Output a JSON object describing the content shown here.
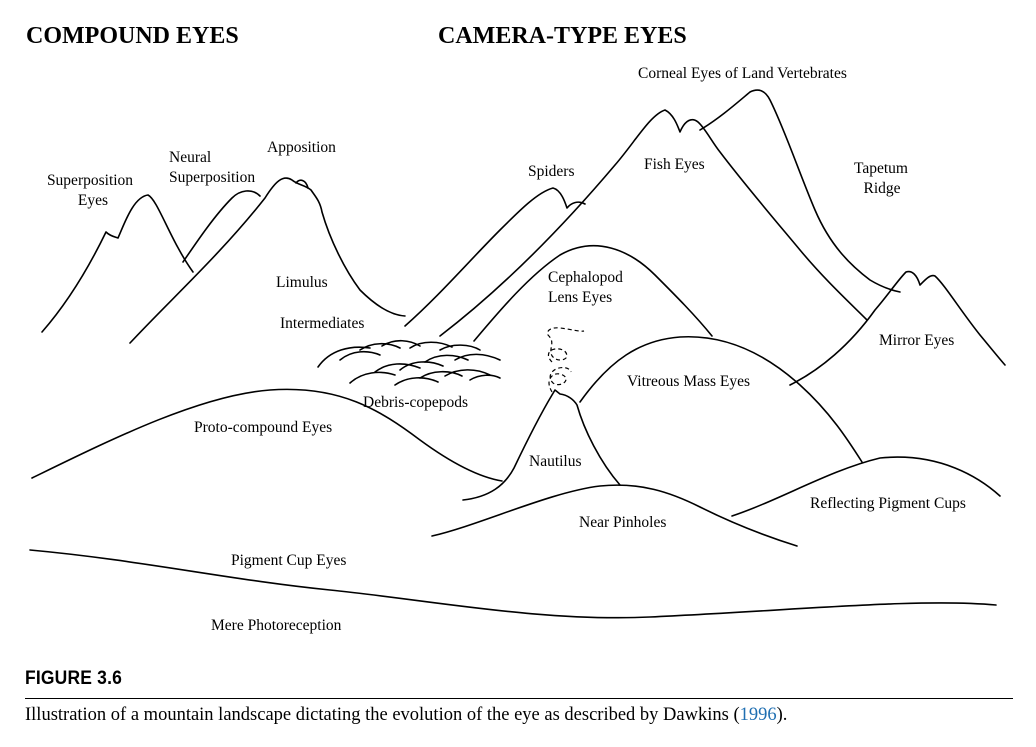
{
  "headings": {
    "compound": "COMPOUND EYES",
    "camera": "CAMERA-TYPE EYES"
  },
  "labels": {
    "superposition_line1": "Superposition",
    "superposition_line2": "Eyes",
    "neural_line1": "Neural",
    "neural_line2": "Superposition",
    "apposition": "Apposition",
    "limulus": "Limulus",
    "intermediates": "Intermediates",
    "debris_copepods": "Debris-copepods",
    "proto_compound": "Proto-compound Eyes",
    "spiders": "Spiders",
    "fish_eyes": "Fish Eyes",
    "corneal": "Corneal Eyes of Land Vertebrates",
    "tapetum_line1": "Tapetum",
    "tapetum_line2": "Ridge",
    "cephalopod_line1": "Cephalopod",
    "cephalopod_line2": "Lens Eyes",
    "mirror": "Mirror Eyes",
    "vitreous": "Vitreous Mass Eyes",
    "nautilus": "Nautilus",
    "near_pinholes": "Near Pinholes",
    "reflecting": "Reflecting Pigment Cups",
    "pigment_cup": "Pigment Cup Eyes",
    "mere_photo": "Mere Photoreception"
  },
  "figure": {
    "number": "FIGURE 3.6",
    "caption_text": "Illustration of a mountain landscape dictating the evolution of the eye as described by Dawkins (",
    "caption_cite": "1996",
    "caption_end": ")."
  },
  "colors": {
    "ink": "#000000",
    "citation_link": "#1f6fb2"
  }
}
